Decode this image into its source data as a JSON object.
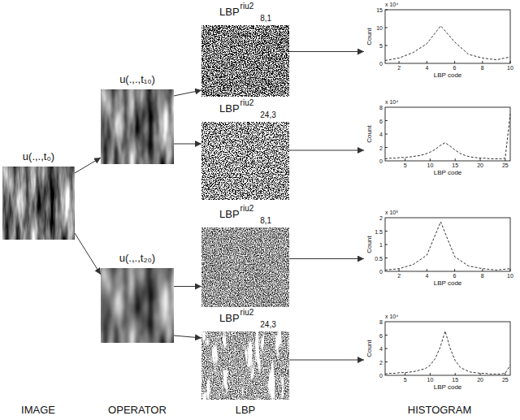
{
  "diagram": {
    "nodes": [
      {
        "text": [
          "u(.,.,t₀)"
        ]
      },
      {
        "text": [
          "u(.,.,t₁₀)"
        ]
      },
      {
        "text": [
          "u(.,.,t₂₀)"
        ]
      },
      {
        "text": [
          "LBP",
          "riu2",
          "8,1"
        ]
      },
      {
        "text": [
          "LBP",
          "riu2",
          "24,3"
        ]
      },
      {
        "text": [
          "LBP",
          "riu2",
          "8,1"
        ]
      },
      {
        "text": [
          "LBP",
          "riu2",
          "24,3"
        ]
      },
      {
        "text": [
          "x 10⁴",
          "Count",
          "LBP code",
          "0",
          "5",
          "10",
          "15",
          "2",
          "4",
          "6",
          "8",
          "10"
        ]
      },
      {
        "text": [
          "x 10⁴",
          "Count",
          "LBP code",
          "0",
          "2",
          "4",
          "6",
          "8",
          "5",
          "10",
          "15",
          "20",
          "25"
        ]
      },
      {
        "text": [
          "x 10⁵",
          "Count",
          "LBP code",
          "0",
          "0.5",
          "1",
          "1.5",
          "2",
          "2",
          "4",
          "6",
          "8",
          "10"
        ]
      },
      {
        "text": [
          "x 10⁴",
          "Count",
          "LBP code",
          "0",
          "2",
          "4",
          "6",
          "8",
          "5",
          "10",
          "15",
          "20",
          "25"
        ]
      }
    ],
    "edges": [
      {
        "from": 0,
        "to": 1,
        "arrow": "to"
      },
      {
        "from": 0,
        "to": 2,
        "arrow": "to"
      },
      {
        "from": 1,
        "to": 3,
        "arrow": "to"
      },
      {
        "from": 1,
        "to": 4,
        "arrow": "to"
      },
      {
        "from": 2,
        "to": 5,
        "arrow": "to"
      },
      {
        "from": 2,
        "to": 6,
        "arrow": "to"
      },
      {
        "from": 3,
        "to": 7,
        "arrow": "to"
      },
      {
        "from": 4,
        "to": 8,
        "arrow": "to"
      },
      {
        "from": 5,
        "to": 9,
        "arrow": "to"
      },
      {
        "from": 6,
        "to": 10,
        "arrow": "to"
      }
    ],
    "labels": [
      "IMAGE",
      "OPERATOR",
      "LBP",
      "HISTOGRAM"
    ]
  }
}
